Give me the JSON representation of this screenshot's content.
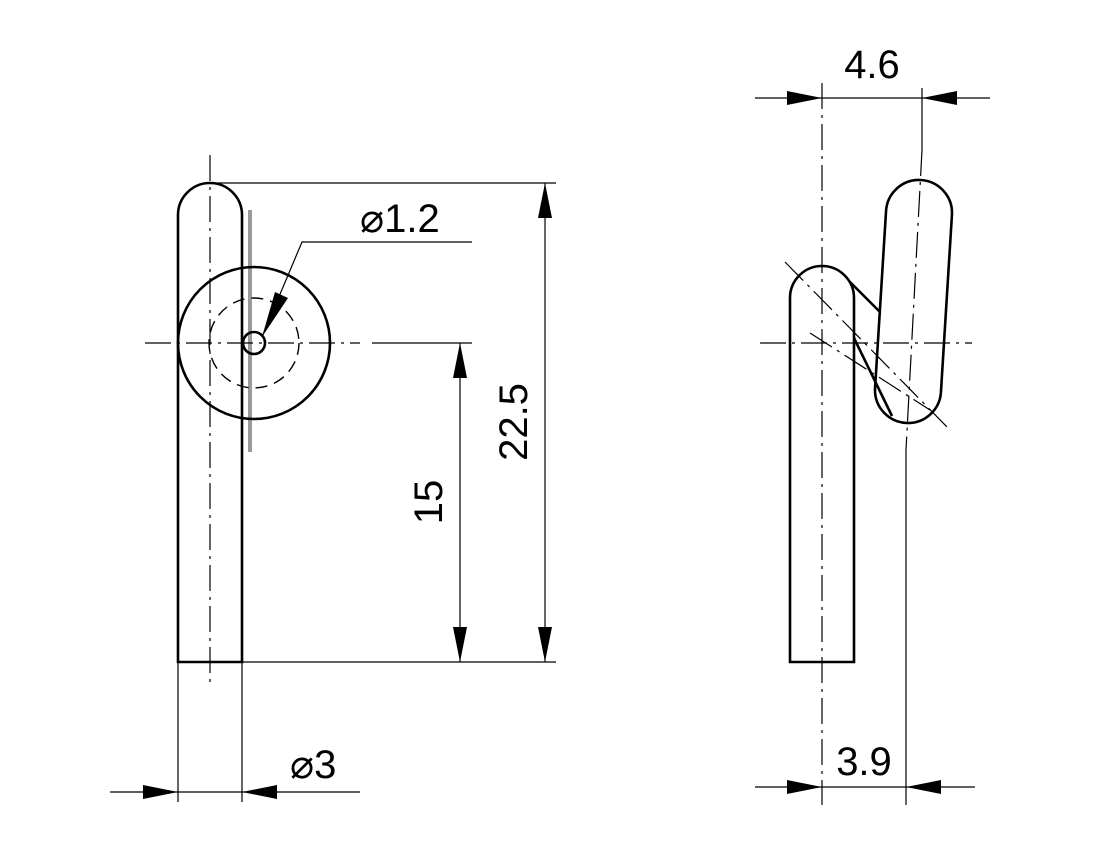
{
  "drawing": {
    "front_view": {
      "dim_pin_diameter": "⌀1.2",
      "dim_wire_diameter": "⌀3",
      "dim_total_height": "22.5",
      "dim_pin_height": "15"
    },
    "side_view": {
      "dim_top_offset": "4.6",
      "dim_bottom_offset": "3.9"
    },
    "colors": {
      "line": "#000000",
      "weld": "#9a9a9a",
      "background": "#ffffff"
    }
  }
}
